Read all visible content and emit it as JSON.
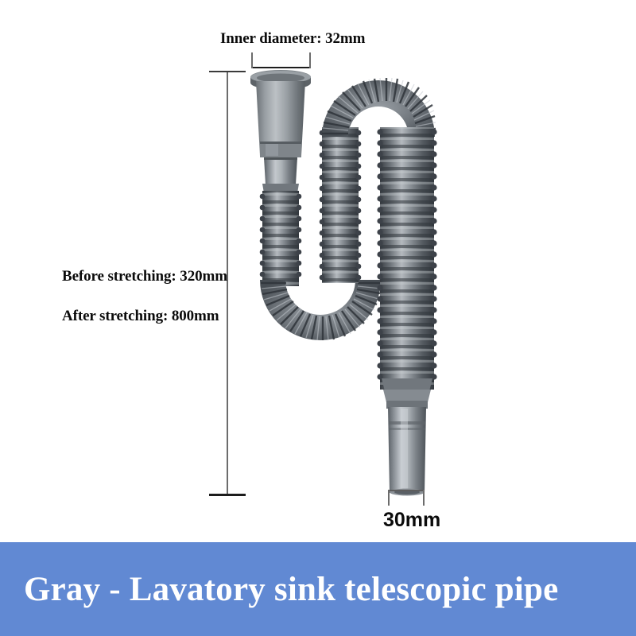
{
  "product": {
    "annotations": {
      "inner_diameter": "Inner diameter: 32mm",
      "before_stretching": "Before stretching: 320mm",
      "after_stretching": "After stretching: 800mm",
      "outlet_diameter": "30mm"
    }
  },
  "caption": {
    "text": "Gray - Lavatory sink telescopic pipe",
    "background_color": "#6189d3",
    "text_color": "#ffffff"
  },
  "colors": {
    "background": "#ffffff",
    "annotation_text": "#0b0b0b",
    "dimension_line": "#6c6c6c",
    "pipe_dark": "#4a4f55",
    "pipe_mid": "#6e757c",
    "pipe_light": "#a8aeb4",
    "pipe_highlight": "#c9ced3"
  },
  "icons": {
    "dimension_arrow": "dimension-bracket"
  }
}
